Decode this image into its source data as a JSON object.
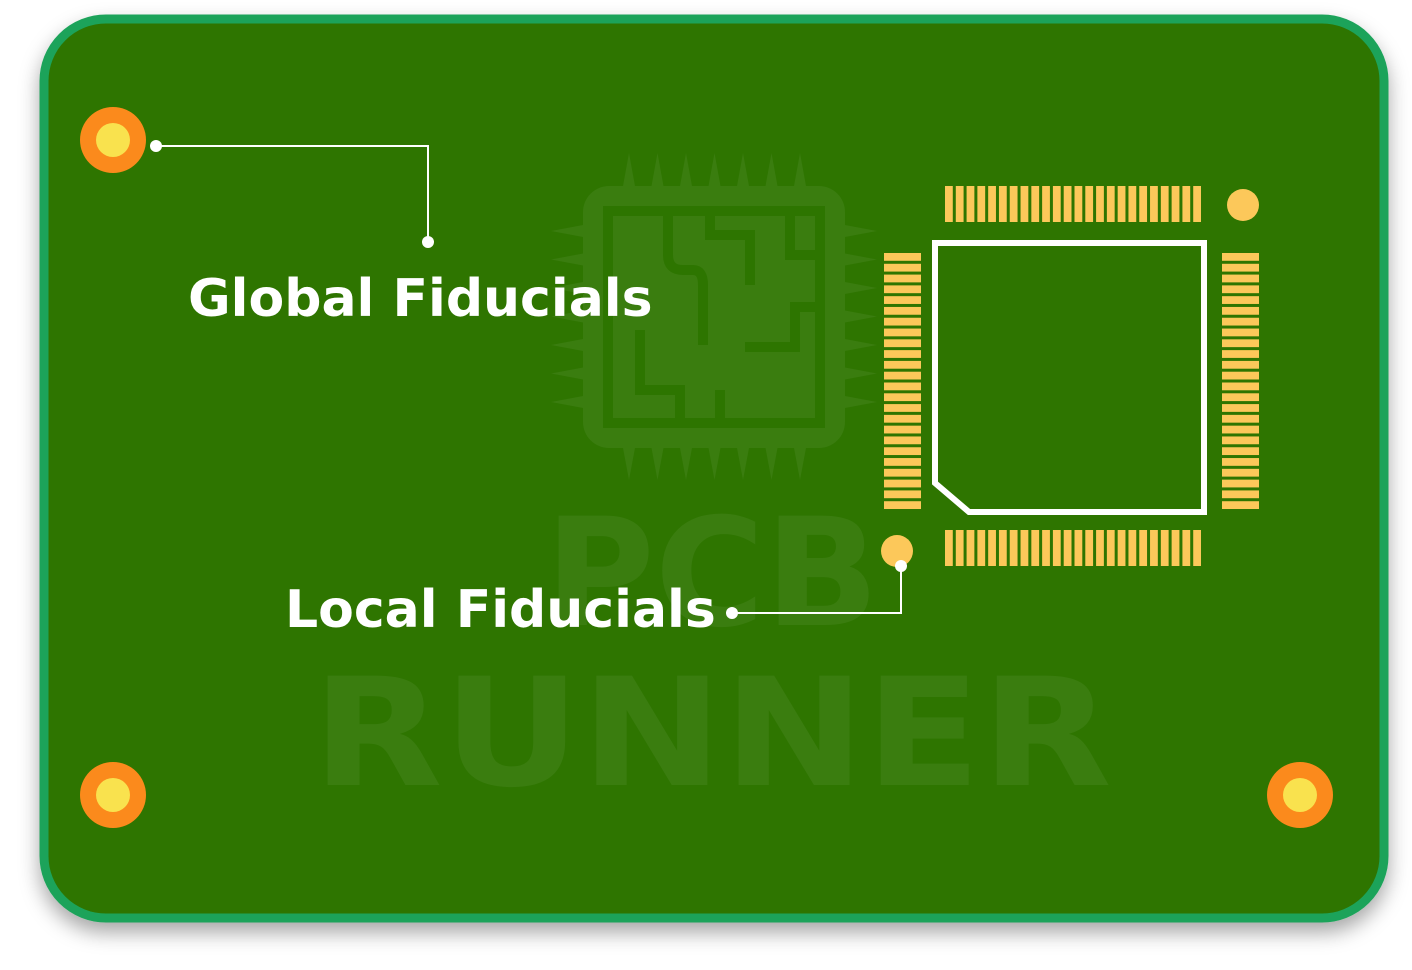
{
  "labels": {
    "global": "Global Fiducials",
    "local": "Local Fiducials"
  },
  "watermark": {
    "line1": "PCB",
    "line2": "RUNNER"
  },
  "colors": {
    "board": "#2d7500",
    "border": "#1fa35a",
    "pad": "#fcc85a",
    "fiducial_outer": "#fb8a1c",
    "fiducial_inner": "#f9e24e",
    "silkscreen": "#ffffff"
  },
  "chip": {
    "pads_per_side": 24
  }
}
